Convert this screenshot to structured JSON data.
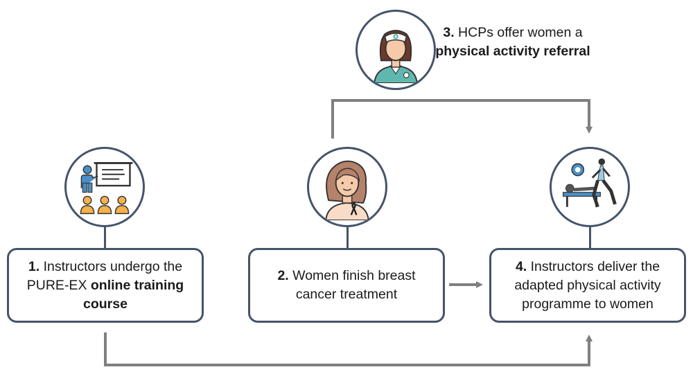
{
  "steps": [
    {
      "number": "1.",
      "text_plain": " Instructors undergo the PURE-EX ",
      "text_bold": "online training course",
      "icon": "presentation-training-icon"
    },
    {
      "number": "2.",
      "text_plain": " Women finish breast cancer treatment",
      "text_bold": "",
      "icon": "woman-awareness-ribbon-icon"
    },
    {
      "number": "3.",
      "text_plain": " HCPs offer women a ",
      "text_bold": "physical activity referral",
      "icon": "nurse-icon"
    },
    {
      "number": "4.",
      "text_plain": " Instructors deliver the adapted physical activity programme to women",
      "text_bold": "",
      "icon": "exercise-gym-icon"
    }
  ],
  "colors": {
    "outline": "#44546a",
    "arrow": "#7f7f7f",
    "nurse_uniform": "#5fb8b0",
    "skin": "#f6c9a8",
    "hair": "#7a4a3a",
    "trainer_blue": "#4a90c8",
    "audience_orange": "#f4b24a"
  }
}
